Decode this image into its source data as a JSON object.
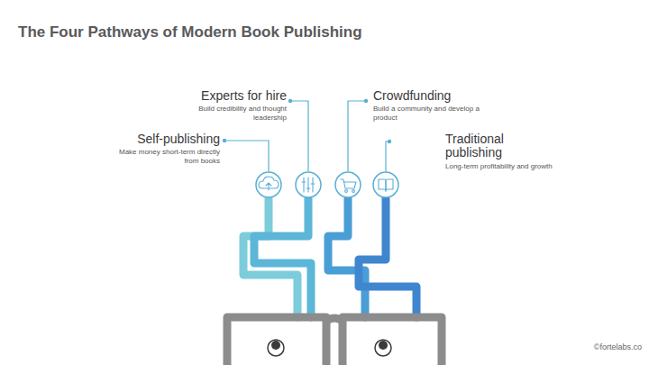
{
  "diagram": {
    "title": "The Four Pathways of Modern Book Publishing",
    "nodes": [
      {
        "text": [
          "Self-publishing",
          "Make money short-term directly from books"
        ]
      },
      {
        "text": [
          "Experts for hire",
          "Build credibility and thought leadership"
        ]
      },
      {
        "text": [
          "Crowdfunding",
          "Build a community and develop a product"
        ]
      },
      {
        "text": [
          "Traditional publishing",
          "Long-term profitability and growth"
        ]
      }
    ],
    "labels": [
      "©fortelabs.co"
    ]
  }
}
